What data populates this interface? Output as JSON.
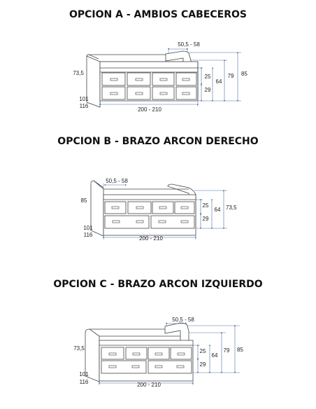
{
  "options": [
    {
      "title": "OPCION A - AMBIOS CABECEROS",
      "d_top": "50,5 - 58",
      "d_left": "73,5",
      "d_depth": "101\n116",
      "d_depth_a": "101",
      "d_depth_b": "116",
      "d_len": "200 - 210",
      "d_25": "25",
      "d_29": "29",
      "d_64": "64",
      "d_79": "79",
      "d_85": "85"
    },
    {
      "title": "OPCION B - BRAZO ARCON DERECHO",
      "d_top": "50,5 - 58",
      "d_left": "85",
      "d_depth_a": "101",
      "d_depth_b": "116",
      "d_len": "200 - 210",
      "d_25": "25",
      "d_29": "29",
      "d_64": "64",
      "d_right": "73,5"
    },
    {
      "title": "OPCION C - BRAZO ARCON IZQUIERDO",
      "d_top": "50,5 - 58",
      "d_left": "73,5",
      "d_depth_a": "101",
      "d_depth_b": "116",
      "d_len": "200 - 210",
      "d_25": "25",
      "d_29": "29",
      "d_64": "64",
      "d_79": "79",
      "d_85": "85"
    }
  ]
}
